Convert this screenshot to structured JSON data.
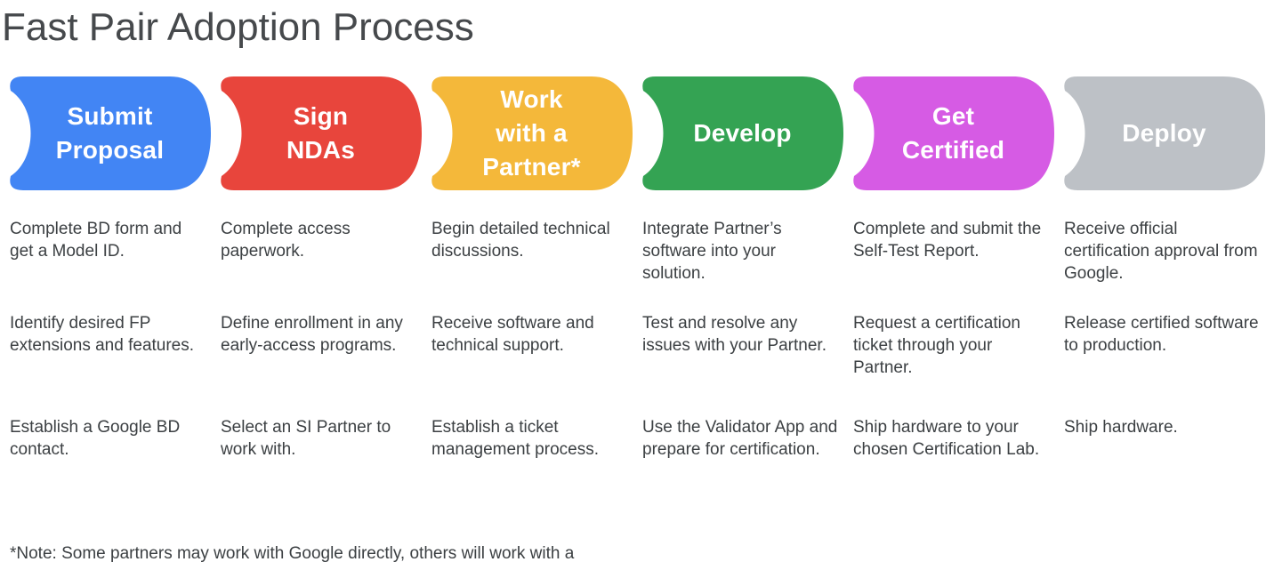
{
  "page": {
    "title": "Fast Pair Adoption Process",
    "background_color": "#ffffff",
    "title_color": "#46494c",
    "body_text_color": "#3c4043",
    "banner_text_color": "#ffffff"
  },
  "stages": [
    {
      "id": "submit-proposal",
      "label": "Submit Proposal",
      "label_lines": [
        "Submit",
        "Proposal"
      ],
      "color": "#4285f4",
      "steps": [
        "Complete BD form and get a Model ID.",
        "Identify desired FP extensions and features.",
        "Establish a Google BD contact."
      ]
    },
    {
      "id": "sign-ndas",
      "label": "Sign NDAs",
      "label_lines": [
        "Sign",
        "NDAs"
      ],
      "color": "#e8453c",
      "steps": [
        "Complete access paperwork.",
        "Define enrollment in any early-access programs.",
        "Select an SI Partner to work with."
      ]
    },
    {
      "id": "work-with-a-partner",
      "label": "Work with a Partner*",
      "label_lines": [
        "Work",
        "with a",
        "Partner*"
      ],
      "color": "#f4b83a",
      "steps": [
        "Begin detailed technical discussions.",
        "Receive software and technical support.",
        "Establish a ticket management process."
      ]
    },
    {
      "id": "develop",
      "label": "Develop",
      "label_lines": [
        "Develop"
      ],
      "color": "#34a353",
      "steps": [
        "Integrate Partner’s software into your solution.",
        "Test and resolve any issues with your Partner.",
        "Use the Validator App and prepare for certification."
      ]
    },
    {
      "id": "get-certified",
      "label": "Get Certified",
      "label_lines": [
        "Get",
        "Certified"
      ],
      "color": "#d65be4",
      "steps": [
        "Complete and submit the Self-Test Report.",
        "Request a certification ticket through your Partner.",
        "Ship hardware to your chosen Certification Lab."
      ]
    },
    {
      "id": "deploy",
      "label": "Deploy",
      "label_lines": [
        "Deploy"
      ],
      "color": "#bdc1c6",
      "steps": [
        "Receive official certification approval from Google.",
        "Release certified software to production.",
        "Ship hardware."
      ]
    }
  ],
  "footnote": "*Note: Some partners may work with Google directly, others will work with a Google Certified Fast Pair System Integrators (SI)."
}
